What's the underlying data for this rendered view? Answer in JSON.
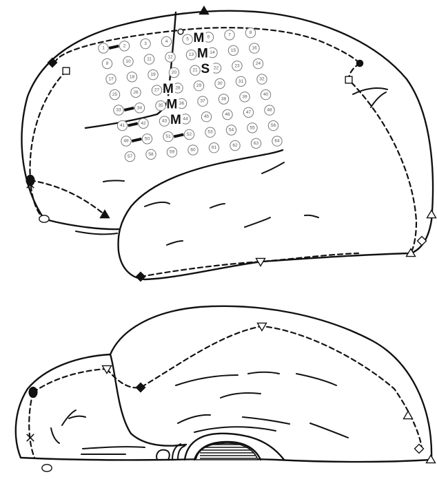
{
  "electrode_grid": {
    "numbers": [
      "1",
      "2",
      "3",
      "4",
      "5",
      "6",
      "7",
      "8",
      "9",
      "10",
      "11",
      "12",
      "13",
      "14",
      "15",
      "16",
      "17",
      "18",
      "19",
      "20",
      "21",
      "22",
      "23",
      "24",
      "25",
      "26",
      "27",
      "28",
      "29",
      "30",
      "31",
      "32",
      "33",
      "34",
      "35",
      "36",
      "37",
      "38",
      "39",
      "40",
      "41",
      "42",
      "43",
      "44",
      "45",
      "46",
      "47",
      "48",
      "49",
      "50",
      "51",
      "52",
      "53",
      "54",
      "55",
      "56",
      "57",
      "58",
      "59",
      "60",
      "61",
      "62",
      "63",
      "64"
    ],
    "paired_electrodes": [
      [
        "1",
        "2"
      ],
      [
        "33",
        "34"
      ],
      [
        "41",
        "42"
      ],
      [
        "49",
        "50"
      ],
      [
        "51",
        "52"
      ]
    ]
  },
  "function_labels": [
    {
      "letter": "M",
      "at_electrode": "6"
    },
    {
      "letter": "M",
      "at_electrode": "14"
    },
    {
      "letter": "S",
      "at_electrode": "22"
    },
    {
      "letter": "M",
      "at_electrode": "28"
    },
    {
      "letter": "M",
      "at_electrode": "36"
    },
    {
      "letter": "M",
      "at_electrode": "44"
    }
  ],
  "boundary_markers": {
    "lateral": [
      "filled-triangle",
      "open-circle",
      "filled-diamond",
      "open-square",
      "filled-circle",
      "open-square",
      "cross",
      "filled-oval",
      "open-oval",
      "filled-triangle",
      "filled-diamond",
      "open-triangle-down",
      "open-triangle",
      "open-diamond",
      "open-triangle"
    ],
    "medial": [
      "open-triangle-down",
      "open-triangle-down",
      "filled-diamond",
      "filled-oval",
      "cross",
      "open-oval",
      "open-triangle",
      "open-diamond",
      "open-triangle"
    ]
  }
}
